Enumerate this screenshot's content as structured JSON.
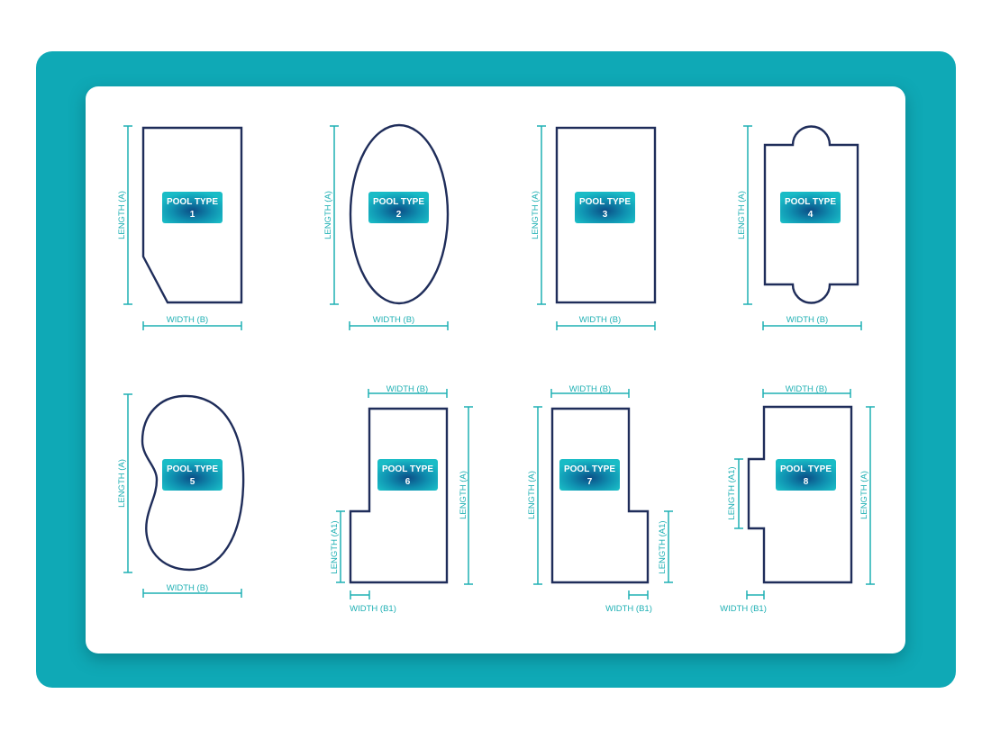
{
  "colors": {
    "frame": "#0fa9b6",
    "panel": "#ffffff",
    "outline": "#1f2d5a",
    "dimension": "#1fb0b4",
    "badge": "#14b5c2"
  },
  "labels": {
    "length_a": "LENGTH (A)",
    "length_a1": "LENGTH (A1)",
    "width_b": "WIDTH (B)",
    "width_b1": "WIDTH (B1)"
  },
  "pools": [
    {
      "title": "POOL TYPE",
      "number": "1"
    },
    {
      "title": "POOL TYPE",
      "number": "2"
    },
    {
      "title": "POOL TYPE",
      "number": "3"
    },
    {
      "title": "POOL TYPE",
      "number": "4"
    },
    {
      "title": "POOL TYPE",
      "number": "5"
    },
    {
      "title": "POOL TYPE",
      "number": "6"
    },
    {
      "title": "POOL TYPE",
      "number": "7"
    },
    {
      "title": "POOL TYPE",
      "number": "8"
    }
  ]
}
